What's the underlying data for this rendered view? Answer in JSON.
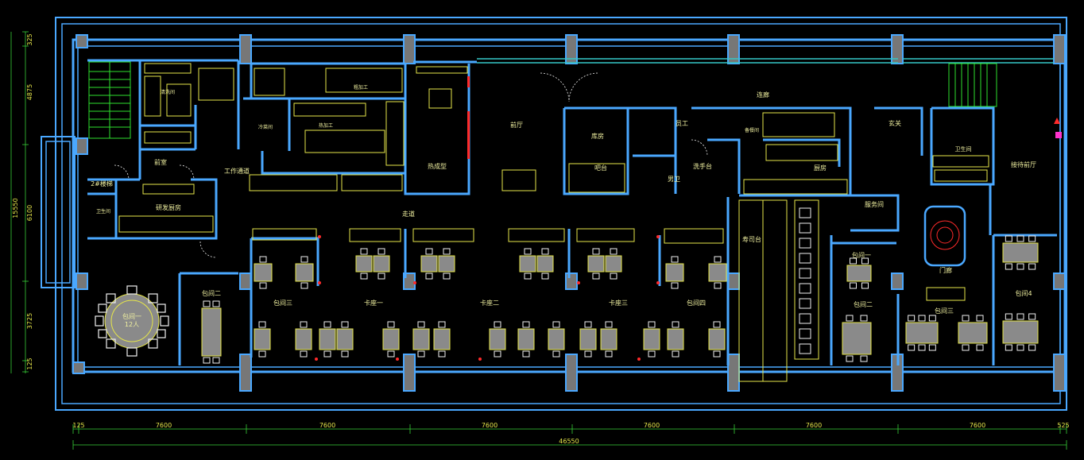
{
  "colors": {
    "background": "#000000",
    "wall": "#4aa8ff",
    "wall_inner": "#2f7fe0",
    "furniture": "#e6e64a",
    "dimension": "#38d038",
    "room_label": "#f0f0a0",
    "table_fill": "#8a8a8a",
    "chair": "#f0f0f0",
    "stair": "#2ee02e",
    "accent_red": "#ff2a2a",
    "accent_magenta": "#ff33cc"
  },
  "dimensions": {
    "bottom_segments": [
      "125",
      "7600",
      "7600",
      "7600",
      "7600",
      "7600",
      "7600",
      "525"
    ],
    "bottom_total": "46550",
    "left_segments": [
      "325",
      "4875",
      "6100",
      "3725",
      "125"
    ],
    "left_total": "15550"
  },
  "rooms": {
    "stair": "2#楼梯",
    "office": "前室",
    "wash_room": "清洗间",
    "prep": "粗加工",
    "cold": "冷菜间",
    "hot": "热加工",
    "corridor_work": "工作通道",
    "rd_kitchen": "研发厨房",
    "restroom_left": "卫生间",
    "front_hall": "前厅",
    "hot_kitchen": "热成型",
    "corridor_main": "走道",
    "storage": "库房",
    "cashier": "吧台",
    "staff": "员工",
    "wash_station": "洗手台",
    "toilet": "男卫",
    "corridor_right": "连廊",
    "prep_right": "备餐间",
    "kitchen_right": "厨房",
    "entrance": "玄关",
    "restroom_right": "卫生间",
    "reception": "接待前厅",
    "server": "服务间",
    "dining_bar": "寿司台",
    "lobby": "门廊",
    "private_1": "包间一",
    "private_1_cap": "12人",
    "private_2": "包间二",
    "private_3": "包间三",
    "booth_1": "卡座一",
    "booth_2": "卡座二",
    "booth_3": "卡座三",
    "private_4": "包间四",
    "private_5": "包间一",
    "private_6": "包间二",
    "private_7": "包间三",
    "private_8": "包间4"
  }
}
